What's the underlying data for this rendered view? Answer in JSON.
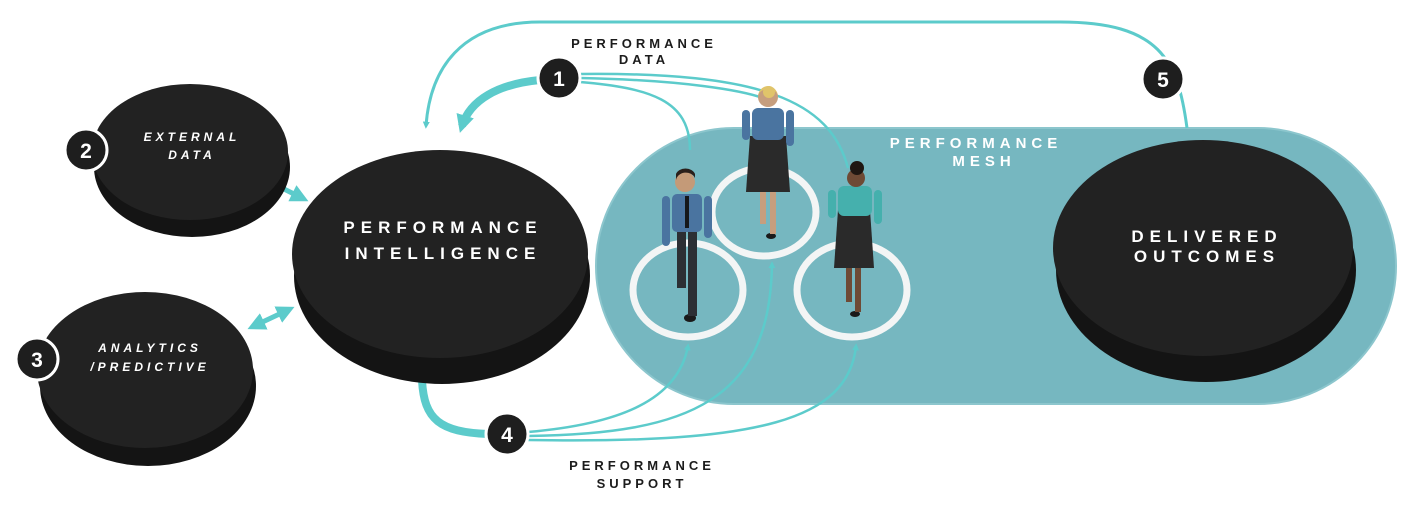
{
  "nodes": {
    "performance_intelligence": {
      "line1": "PERFORMANCE",
      "line2": "INTELLIGENCE"
    },
    "external_data": {
      "number": "2",
      "line1": "EXTERNAL",
      "line2": "DATA"
    },
    "analytics": {
      "number": "3",
      "line1": "ANALYTICS",
      "line2": "/PREDICTIVE"
    },
    "delivered_outcomes": {
      "line1": "DELIVERED",
      "line2": "OUTCOMES"
    }
  },
  "flows": {
    "performance_data": {
      "number": "1",
      "line1": "PERFORMANCE",
      "line2": "DATA"
    },
    "performance_support": {
      "number": "4",
      "line1": "PERFORMANCE",
      "line2": "SUPPORT"
    },
    "feedback": {
      "number": "5"
    }
  },
  "mesh": {
    "line1": "PERFORMANCE",
    "line2": "MESH"
  },
  "colors": {
    "disc": "#222222",
    "disc_side": "#141414",
    "mesh": "#76b7c0",
    "arrow": "#5ccbcb",
    "ring": "#f3f5f5"
  }
}
